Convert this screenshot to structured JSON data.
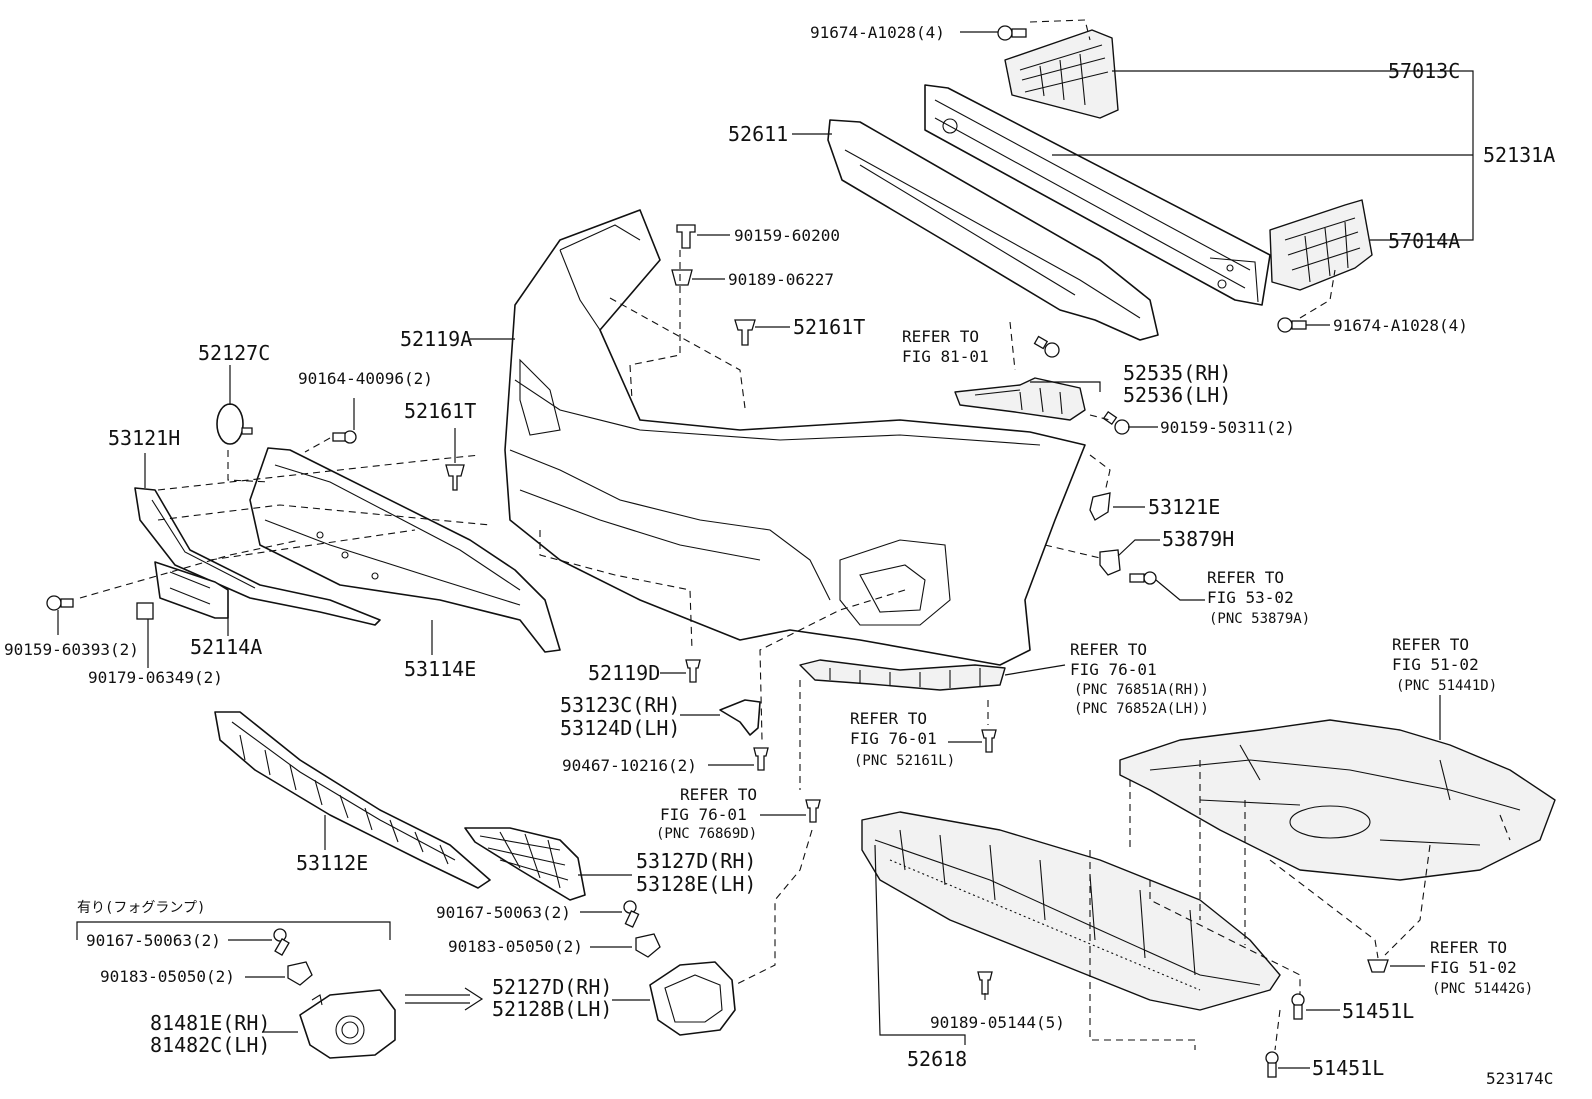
{
  "labels": {
    "p91674a_top": "91674-A1028(4)",
    "p57013c": "57013C",
    "p52131a": "52131A",
    "p52611": "52611",
    "p57014a": "57014A",
    "p91674a_bot": "91674-A1028(4)",
    "p90159_60200": "90159-60200",
    "p90189_06227": "90189-06227",
    "p52161t_a": "52161T",
    "p52119a": "52119A",
    "ref81_1": "REFER TO",
    "ref81_2": "FIG 81-01",
    "p52535": "52535(RH)",
    "p52536": "52536(LH)",
    "p90159_50311": "90159-50311(2)",
    "p52127c": "52127C",
    "p90164": "90164-40096(2)",
    "p52161t_b": "52161T",
    "p53121h": "53121H",
    "p53121e": "53121E",
    "p53879h": "53879H",
    "ref53_1": "REFER TO",
    "ref53_2": "FIG 53-02",
    "ref53_3": "(PNC 53879A)",
    "p90159_60393": "90159-60393(2)",
    "p52114a": "52114A",
    "p90179": "90179-06349(2)",
    "p53114e": "53114E",
    "p52119d": "52119D",
    "ref76a_1": "REFER TO",
    "ref76a_2": "FIG 76-01",
    "ref76a_3": "(PNC 76851A(RH))",
    "ref76a_4": "(PNC 76852A(LH))",
    "ref51a_1": "REFER TO",
    "ref51a_2": "FIG 51-02",
    "ref51a_3": "(PNC 51441D)",
    "p53123c": "53123C(RH)",
    "p53124d": "53124D(LH)",
    "ref76b_1": "REFER TO",
    "ref76b_2": "FIG 76-01",
    "ref76b_3": "(PNC 52161L)",
    "p90467": "90467-10216(2)",
    "ref76c_1": "REFER TO",
    "ref76c_2": "FIG 76-01",
    "ref76c_3": "(PNC 76869D)",
    "p53112e": "53112E",
    "p53127d": "53127D(RH)",
    "p53128e": "53128E(LH)",
    "fog_title": "有り(フォグランプ)",
    "p90167_in": "90167-50063(2)",
    "p90183_in": "90183-05050(2)",
    "p90167_out": "90167-50063(2)",
    "p90183_out": "90183-05050(2)",
    "p81481e": "81481E(RH)",
    "p81482c": "81482C(LH)",
    "p52127d": "52127D(RH)",
    "p52128b": "52128B(LH)",
    "p90189_05144": "90189-05144(5)",
    "p52618": "52618",
    "ref51b_1": "REFER TO",
    "ref51b_2": "FIG 51-02",
    "ref51b_3": "(PNC 51442G)",
    "p51451l_a": "51451L",
    "p51451l_b": "51451L",
    "figure_code": "523174C"
  }
}
